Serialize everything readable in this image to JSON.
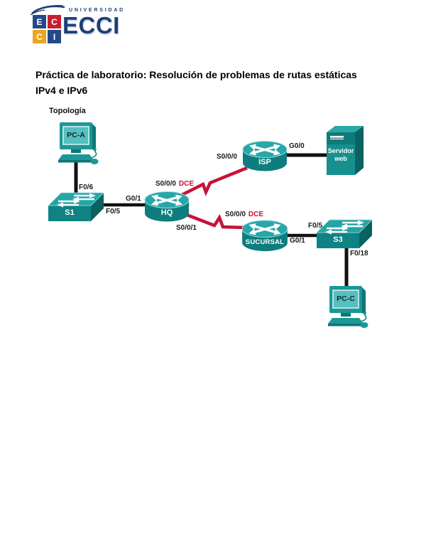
{
  "logo": {
    "university_word": "UNIVERSIDAD",
    "acronym": "ECCI",
    "grid": [
      {
        "letter": "E",
        "color": "#24498a"
      },
      {
        "letter": "C",
        "color": "#c5212e"
      },
      {
        "letter": "C",
        "color": "#eea41f"
      },
      {
        "letter": "I",
        "color": "#24498a"
      }
    ]
  },
  "title": "Práctica de laboratorio: Resolución de problemas de rutas estáticas IPv4 e IPv6",
  "topology": {
    "heading": "Topología",
    "devices": {
      "pc_a": "PC-A",
      "s1": "S1",
      "hq": "HQ",
      "isp": "ISP",
      "sucursal": "SUCURSAL",
      "s3": "S3",
      "pc_c": "PC-C",
      "server": "Servidor web"
    },
    "ports": {
      "f06": "F0/6",
      "f05_s1": "F0/5",
      "g01_hq": "G0/1",
      "s000_hq": "S0/0/0",
      "dce_hq": "DCE",
      "s001_hq": "S0/0/1",
      "s000_isp": "S0/0/0",
      "g00_isp": "G0/0",
      "s000_suc": "S0/0/0",
      "dce_suc": "DCE",
      "g01_suc": "G0/1",
      "f05_s3": "F0/5",
      "f018_s3": "F0/18"
    },
    "links": [
      {
        "from": "PC-A",
        "to": "S1",
        "type": "ethernet",
        "to_port": "F0/6"
      },
      {
        "from": "S1",
        "from_port": "F0/5",
        "to": "HQ",
        "to_port": "G0/1",
        "type": "ethernet"
      },
      {
        "from": "HQ",
        "from_port": "S0/0/0 DCE",
        "to": "ISP",
        "to_port": "S0/0/0",
        "type": "serial"
      },
      {
        "from": "ISP",
        "from_port": "G0/0",
        "to": "Servidor web",
        "type": "ethernet"
      },
      {
        "from": "HQ",
        "from_port": "S0/0/1",
        "to": "SUCURSAL",
        "to_port": "S0/0/0 DCE",
        "type": "serial"
      },
      {
        "from": "SUCURSAL",
        "from_port": "G0/1",
        "to": "S3",
        "to_port": "F0/5",
        "type": "ethernet"
      },
      {
        "from": "S3",
        "from_port": "F0/18",
        "to": "PC-C",
        "type": "ethernet"
      }
    ],
    "colors": {
      "device_teal_light": "#27a7a7",
      "device_teal_mid": "#15908e",
      "device_teal_dark": "#0a6363",
      "serial_red": "#c81236",
      "ethernet_black": "#111111",
      "dce_text_red": "#cb0f35"
    }
  }
}
